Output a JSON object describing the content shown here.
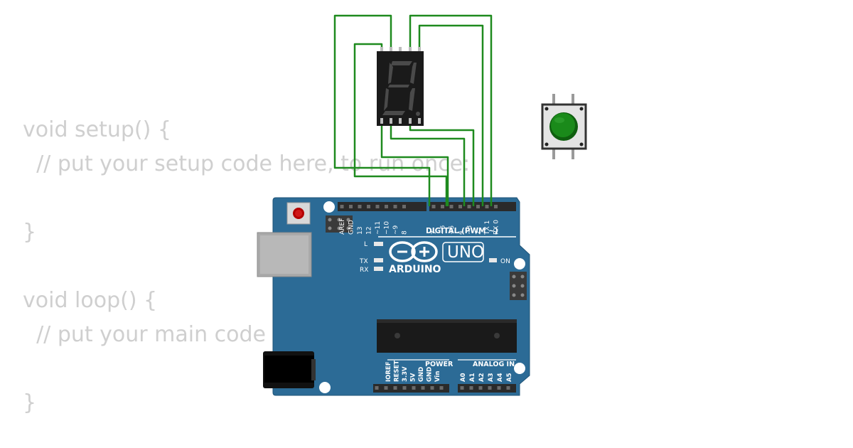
{
  "code": {
    "lines": [
      "void setup() {",
      "  // put your setup code here, to run once:",
      "",
      "}",
      "",
      "void loop() {",
      "  // put your main code",
      "",
      "}"
    ]
  },
  "board": {
    "brand": "ARDUINO",
    "model": "UNO",
    "digital_header_label": "DIGITAL (PWM ~)",
    "power_label": "POWER",
    "analog_label": "ANALOG IN",
    "led_l": "L",
    "led_tx": "TX",
    "led_rx": "RX",
    "led_on": "ON",
    "digital_pins": [
      "AREF",
      "GND",
      "13",
      "12",
      "~11",
      "~10",
      "~9",
      "8",
      "7",
      "~6",
      "~5",
      "4",
      "~3",
      "2",
      "TX 1",
      "RX 0"
    ],
    "power_pins": [
      "IOREF",
      "RESET",
      "3.3V",
      "5V",
      "GND",
      "GND",
      "Vin"
    ],
    "analog_pins": [
      "A0",
      "A1",
      "A2",
      "A3",
      "A4",
      "A5"
    ]
  },
  "colors": {
    "board": "#2c6b96",
    "wire": "#1e8a1e",
    "button_cap": "#1a8a1a",
    "display_body": "#1a1a1a",
    "segment_off": "#4a4a4a",
    "code_text": "#cfcfcf"
  },
  "icons": {
    "arduino_logo": "infinity-minus-plus-logo",
    "reset": "reset-button",
    "usb": "usb-port",
    "power_jack": "dc-power-jack"
  }
}
